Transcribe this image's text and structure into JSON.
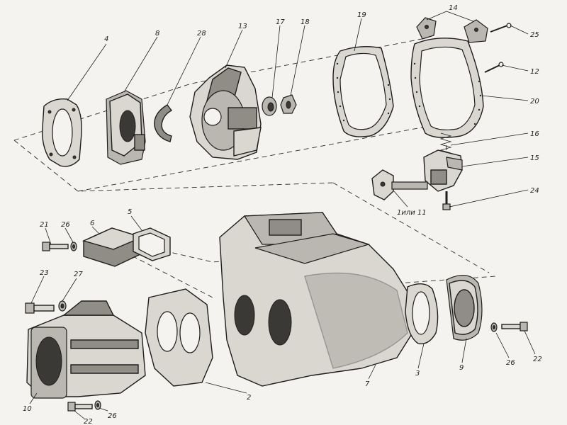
{
  "labels": {
    "l4": "4",
    "l8": "8",
    "l28": "28",
    "l13": "13",
    "l17": "17",
    "l18": "18",
    "l19": "19",
    "l14": "14",
    "l25": "25",
    "l12": "12",
    "l20": "20",
    "l16": "16",
    "l15": "15",
    "l24": "24",
    "l1or11": "1или 11",
    "l21": "21",
    "l26a": "26",
    "l6": "6",
    "l5": "5",
    "l23": "23",
    "l27": "27",
    "l10": "10",
    "l22a": "22",
    "l26b": "26",
    "l2": "2",
    "l7": "7",
    "l3": "3",
    "l9": "9",
    "l26c": "26",
    "l22b": "22"
  },
  "colors": {
    "ink": "#1e1e1e",
    "paper": "#f4f3ef",
    "metal": "#d9d7d0",
    "shadow": "#8f8d86"
  }
}
